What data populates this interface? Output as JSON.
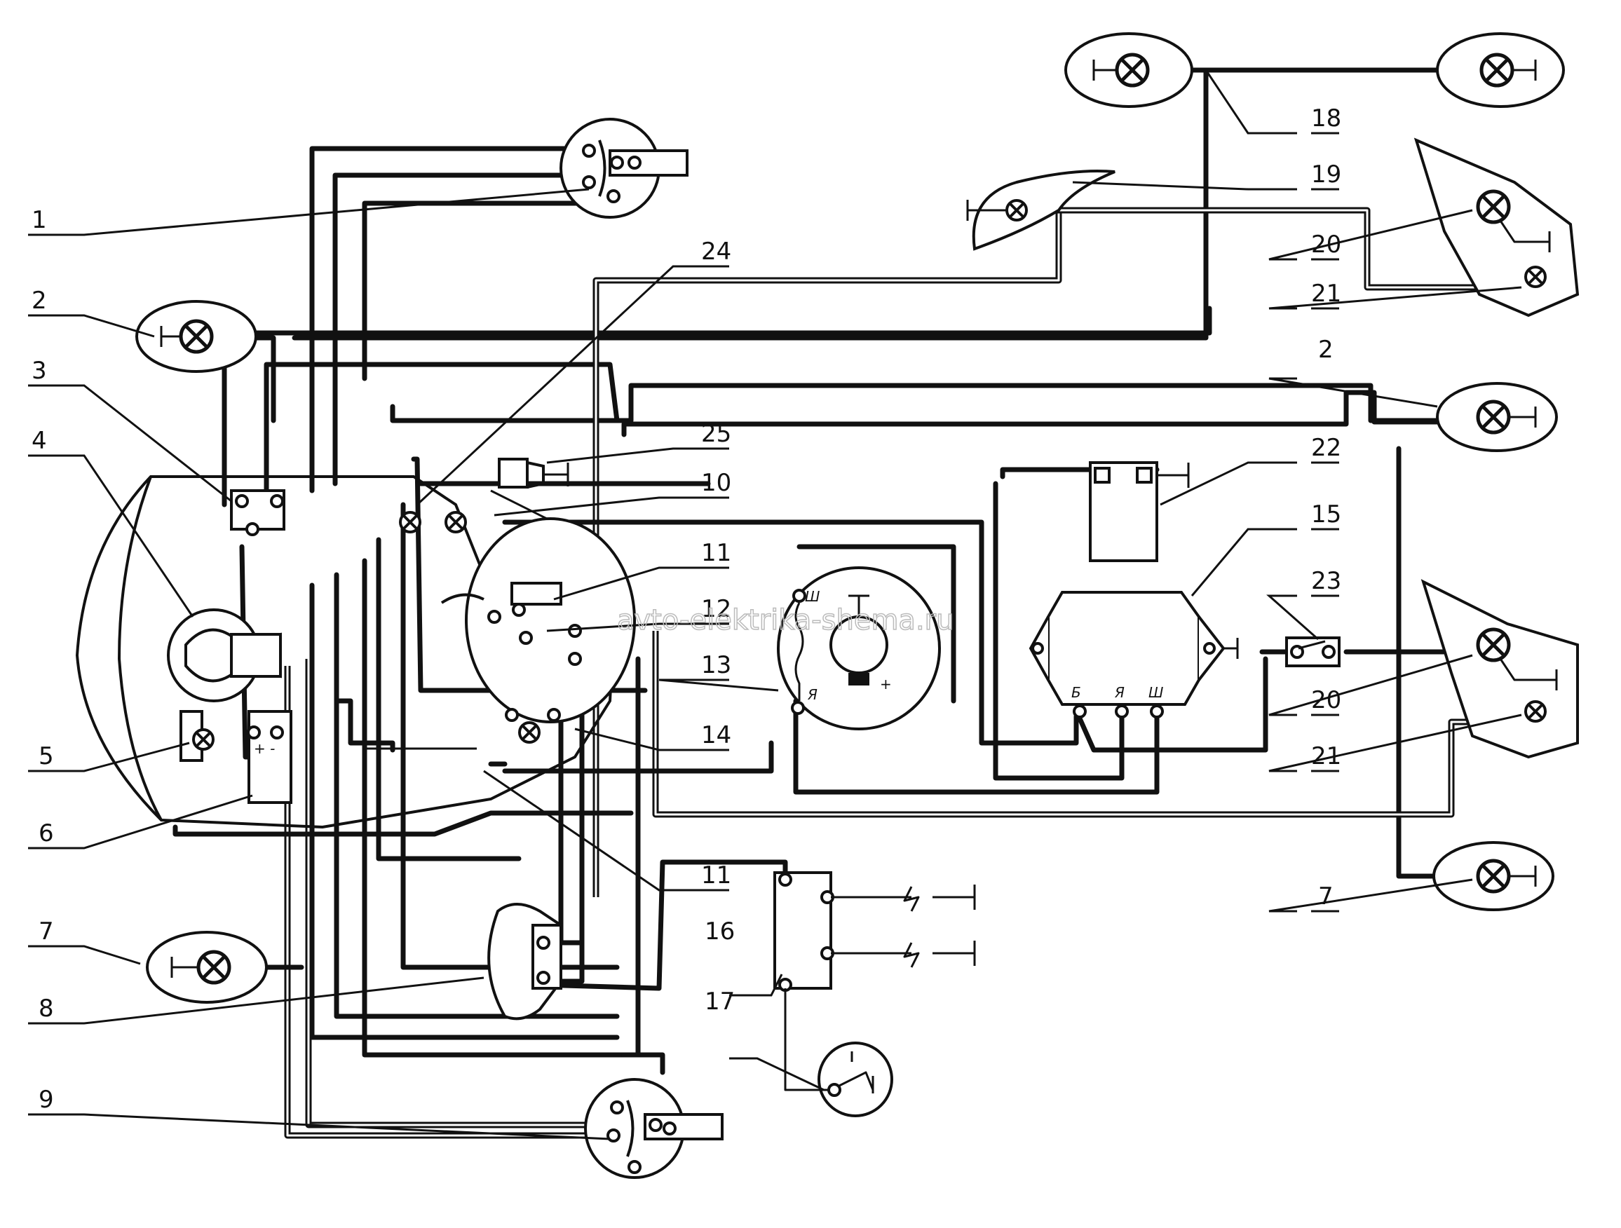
{
  "callouts": {
    "c1": "1",
    "c2": "2",
    "c3": "3",
    "c4": "4",
    "c5": "5",
    "c6": "6",
    "c7": "7",
    "c8": "8",
    "c9": "9",
    "c10": "10",
    "c11a": "11",
    "c12": "12",
    "c13": "13",
    "c14": "14",
    "c11b": "11",
    "c16": "16",
    "c17": "17",
    "c24": "24",
    "c25": "25",
    "c22": "22",
    "c15": "15",
    "c23": "23",
    "c18": "18",
    "c19": "19",
    "c20a": "20",
    "c21a": "21",
    "c2r": "2",
    "c20b": "20",
    "c21b": "21",
    "c7r": "7"
  },
  "terminals": {
    "gen_sh": "Ш",
    "gen_ya": "Я",
    "gen_plus": "+",
    "reg_b": "Б",
    "reg_ya": "Я",
    "reg_sh": "Ш",
    "bat_minus": "+ -"
  },
  "watermark": "avto-elektrika-shema.ru",
  "colors": {
    "ink": "#111111",
    "paper": "#ffffff",
    "watermark": "#bbbbbb"
  }
}
